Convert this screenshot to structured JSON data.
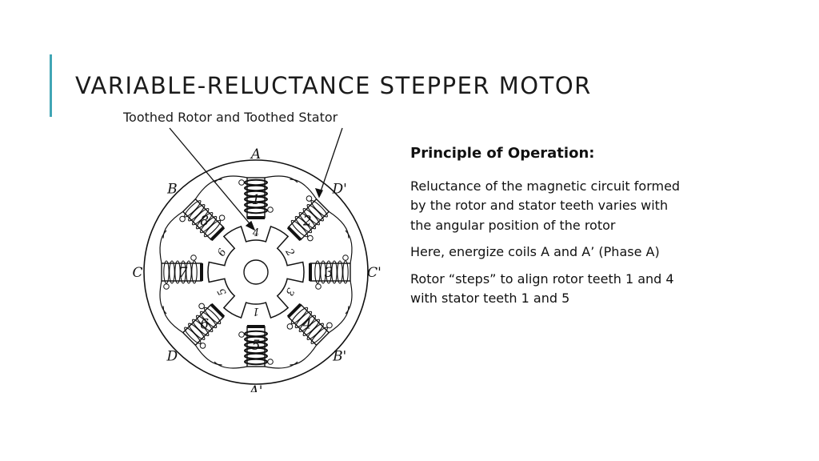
{
  "slide": {
    "title": "VARIABLE-RELUCTANCE STEPPER MOTOR",
    "accent_color": "#41a6b5"
  },
  "diagram": {
    "caption": "Toothed Rotor and Toothed Stator",
    "stator_labels": [
      "A",
      "D'",
      "C'",
      "B'",
      "A'",
      "D",
      "C",
      "B"
    ],
    "stator_coil_numbers": [
      "1",
      "2",
      "3",
      "4",
      "5",
      "6",
      "7",
      "8"
    ],
    "rotor_tooth_numbers": [
      "1",
      "2",
      "3",
      "4",
      "5",
      "6"
    ]
  },
  "content": {
    "heading": "Principle of Operation:",
    "paragraphs": [
      "Reluctance of the magnetic circuit formed by the rotor and stator teeth varies with the angular position of the rotor",
      "Here, energize coils A and A’ (Phase A)",
      "Rotor “steps” to align rotor teeth 1 and 4 with stator teeth 1 and 5"
    ]
  }
}
